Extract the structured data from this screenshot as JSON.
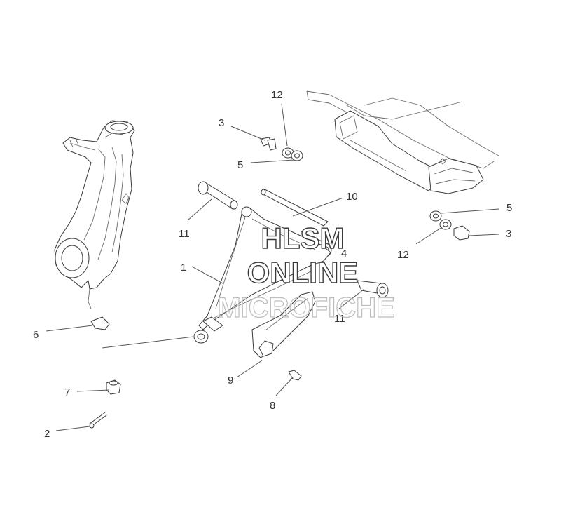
{
  "watermark": {
    "line1": "HLSM",
    "line2": "ONLINE",
    "line3": "MICROFICHE"
  },
  "callouts": [
    {
      "id": "c12a",
      "label": "12"
    },
    {
      "id": "c3a",
      "label": "3"
    },
    {
      "id": "c5a",
      "label": "5"
    },
    {
      "id": "c10",
      "label": "10"
    },
    {
      "id": "c5b",
      "label": "5"
    },
    {
      "id": "c3b",
      "label": "3"
    },
    {
      "id": "c12b",
      "label": "12"
    },
    {
      "id": "c11a",
      "label": "11"
    },
    {
      "id": "c4",
      "label": "4"
    },
    {
      "id": "c1",
      "label": "1"
    },
    {
      "id": "c11b",
      "label": "11"
    },
    {
      "id": "c6",
      "label": "6"
    },
    {
      "id": "c9",
      "label": "9"
    },
    {
      "id": "c7",
      "label": "7"
    },
    {
      "id": "c8",
      "label": "8"
    },
    {
      "id": "c2",
      "label": "2"
    }
  ]
}
